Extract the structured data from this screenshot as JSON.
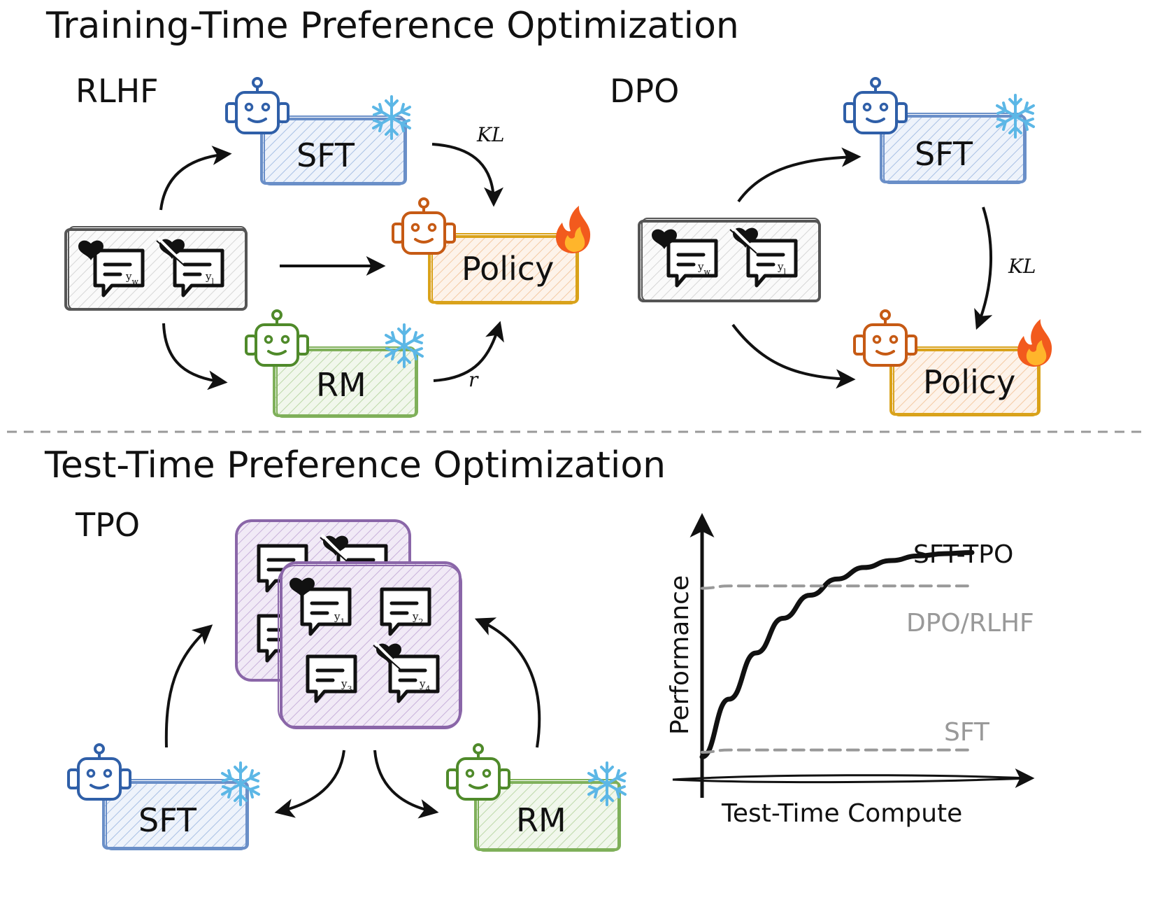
{
  "titles": {
    "training": "Training-Time  Preference Optimization",
    "test": "Test-Time  Preference Optimization"
  },
  "sections": {
    "rlhf": "RLHF",
    "dpo": "DPO",
    "tpo": "TPO"
  },
  "boxes": {
    "sft": "SFT",
    "policy": "Policy",
    "rm": "RM"
  },
  "edges": {
    "kl": "KL",
    "reward": "r"
  },
  "responses": {
    "rlhf_pair": [
      "y",
      "y"
    ],
    "rlhf_subs": [
      "w",
      "l"
    ],
    "tpo_samples": [
      "y",
      "y",
      "y",
      "y"
    ],
    "tpo_subs": [
      "1",
      "2",
      "3",
      "4"
    ]
  },
  "chart_data": {
    "type": "line",
    "xlabel": "Test-Time Compute",
    "ylabel": "Performance",
    "x": [
      0,
      0.1,
      0.2,
      0.3,
      0.4,
      0.5,
      0.6,
      0.7,
      0.8,
      0.9,
      1.0
    ],
    "series": [
      {
        "name": "SFT-TPO",
        "values": [
          0.05,
          0.3,
          0.5,
          0.65,
          0.75,
          0.82,
          0.87,
          0.9,
          0.92,
          0.93,
          0.935
        ],
        "style": "solid",
        "color": "#111111"
      },
      {
        "name": "DPO/RLHF",
        "values": [
          0.78,
          0.79,
          0.79,
          0.79,
          0.79,
          0.79,
          0.79,
          0.79,
          0.79,
          0.79,
          0.79
        ],
        "style": "dashed",
        "color": "#999999"
      },
      {
        "name": "SFT",
        "values": [
          0.07,
          0.08,
          0.08,
          0.08,
          0.08,
          0.08,
          0.08,
          0.08,
          0.08,
          0.08,
          0.08
        ],
        "style": "dashed",
        "color": "#999999"
      }
    ]
  },
  "colors": {
    "sft": "#2f5fa8",
    "sft_fill": "#dce6f5",
    "policy": "#c65a14",
    "policy_box": "#d9a21a",
    "policy_fill": "#fbe6d2",
    "rm": "#4f8a2a",
    "rm_fill": "#e2efd8",
    "data": "#555555",
    "purple": "#8a66a8",
    "purple_fill": "#d9c8e6",
    "snow": "#5cb7e6",
    "fire": "#f25a1d",
    "fire_core": "#ffb52b",
    "gray": "#999999"
  }
}
